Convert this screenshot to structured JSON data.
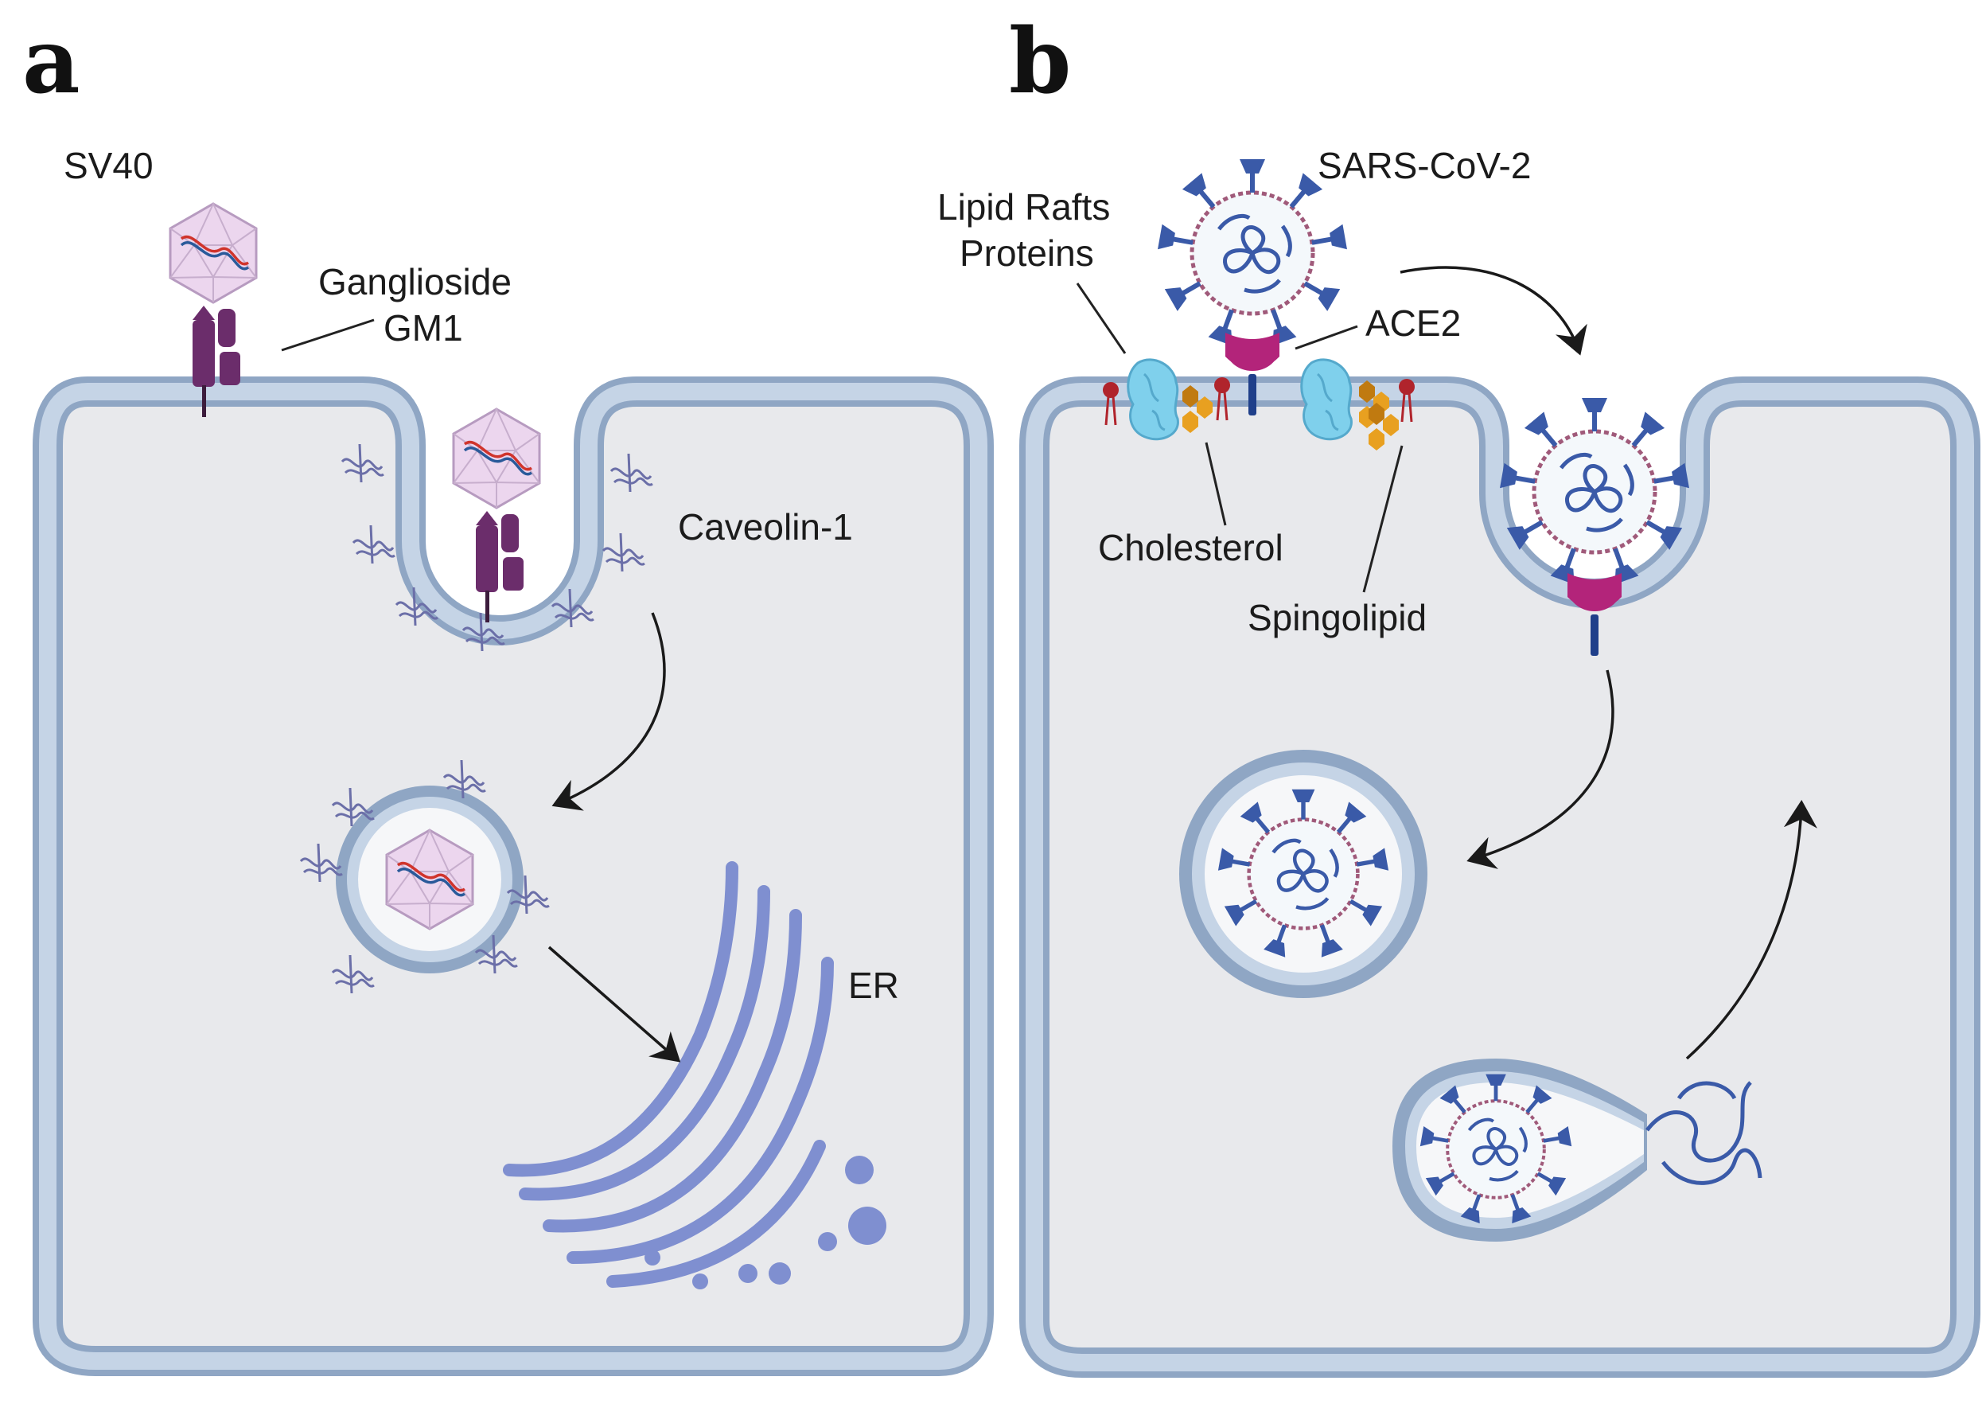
{
  "panels": {
    "a": {
      "letter": "a",
      "labels": {
        "virus": "SV40",
        "receptor_line1": "Ganglioside",
        "receptor_line2": "GM1",
        "caveolin": "Caveolin-1",
        "er": "ER"
      }
    },
    "b": {
      "letter": "b",
      "labels": {
        "virus": "SARS-CoV-2",
        "rafts_line1": "Lipid Rafts",
        "rafts_line2": "Proteins",
        "ace2": "ACE2",
        "cholesterol": "Cholesterol",
        "sphingolipid": "Spingolipid"
      }
    }
  },
  "colors": {
    "membrane_outer": "#8fa6c4",
    "membrane_inner": "#c5d4e6",
    "cytoplasm": "#e8e9ec",
    "receptor_gm1": "#6b2d6b",
    "ace2": "#b3247a",
    "spike": "#3a5aa8",
    "capsid": "#e8d2ea",
    "er": "#7f8fd0",
    "raft_protein": "#7fd0ec",
    "cholesterol": "#e8a020",
    "lipid_head": "#b0242c"
  }
}
